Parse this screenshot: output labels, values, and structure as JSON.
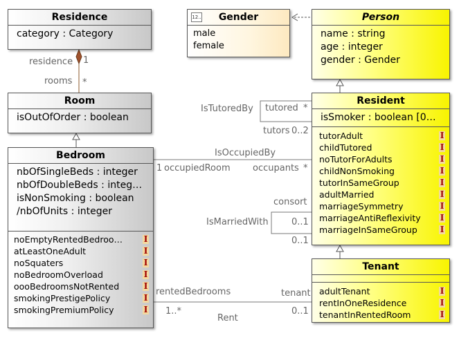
{
  "classes": {
    "residence": {
      "name": "Residence",
      "attributes": [
        "category : Category"
      ]
    },
    "room": {
      "name": "Room",
      "attributes": [
        "isOutOfOrder : boolean"
      ]
    },
    "bedroom": {
      "name": "Bedroom",
      "attributes": [
        "nbOfSingleBeds : integer",
        "nbOfDoubleBeds : integ…",
        "isNonSmoking : boolean",
        "/nbOfUnits : integer"
      ],
      "invariants": [
        "noEmptyRentedBedroo…",
        "atLeastOneAdult",
        "noSquaters",
        "noBedroomOverload",
        "oooBedroomsNotRented",
        "smokingPrestigePolicy",
        "smokingPremiumPolicy"
      ]
    },
    "gender": {
      "name": "Gender",
      "literals": [
        "male",
        "female"
      ]
    },
    "person": {
      "name": "Person",
      "attributes": [
        "name : string",
        "age : integer",
        "gender : Gender"
      ]
    },
    "resident": {
      "name": "Resident",
      "attributes": [
        "isSmoker : boolean [0…"
      ],
      "invariants": [
        "tutorAdult",
        "childTutored",
        "noTutorForAdults",
        "childNonSmoking",
        "tutorInSameGroup",
        "adultMarried",
        "marriageSymmetry",
        "marriageAntiReflexivity",
        "marriageInSameGroup"
      ]
    },
    "tenant": {
      "name": "Tenant",
      "invariants": [
        "adultTenant",
        "rentInOneResidence",
        "tenantInRentedRoom"
      ]
    }
  },
  "invariant_badge": "I",
  "enum_icon_text": "12..",
  "associations": {
    "residence_room": {
      "role_residence": "residence",
      "mult_residence": "1",
      "role_rooms": "rooms",
      "mult_rooms": "*"
    },
    "is_tutored_by": {
      "name": "IsTutoredBy",
      "role_tutored": "tutored",
      "mult_tutored": "*",
      "role_tutors": "tutors",
      "mult_tutors": "0..2"
    },
    "is_occupied_by": {
      "name": "IsOccupiedBy",
      "mult_room": "1",
      "role_room": "occupiedRoom",
      "role_occupants": "occupants",
      "mult_occupants": "*"
    },
    "is_married_with": {
      "name": "IsMarriedWith",
      "role_consort": "consort",
      "mult_a": "0..1",
      "mult_b": "0..1"
    },
    "rent": {
      "name": "Rent",
      "role_bedrooms": "rentedBedrooms",
      "mult_bedrooms": "1..*",
      "role_tenant": "tenant",
      "mult_tenant": "0..1"
    }
  },
  "colors": {
    "abstract_class": "#ffff80",
    "concrete_class": "#d8d8d8",
    "composition": "#a0522d",
    "invariant_icon": "#a00000"
  }
}
